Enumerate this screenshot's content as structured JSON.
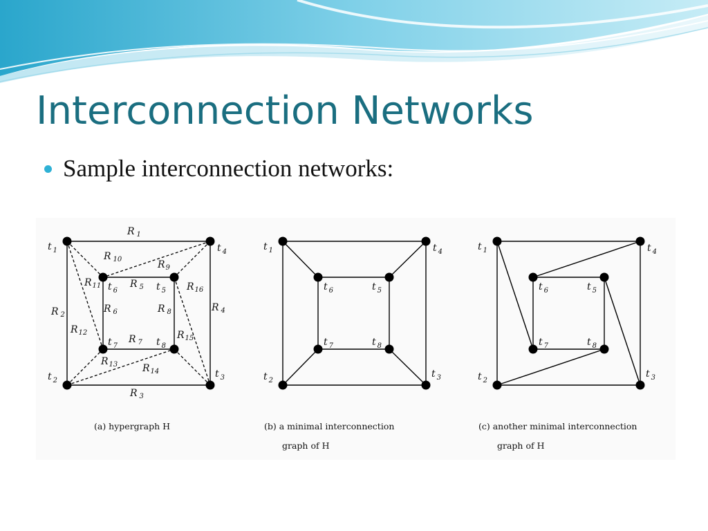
{
  "title": "Interconnection Networks",
  "bullet": "Sample interconnection networks:",
  "colors": {
    "title": "#1a6e80",
    "bullet": "#2fb1d5",
    "banner_light": "#bfe6f2",
    "banner_mid": "#5fc3e0"
  },
  "diagrams": {
    "a": {
      "caption": "(a) hypergraph H",
      "terminals": [
        {
          "letter": "t",
          "sub": "1"
        },
        {
          "letter": "t",
          "sub": "4"
        },
        {
          "letter": "t",
          "sub": "2"
        },
        {
          "letter": "t",
          "sub": "3"
        },
        {
          "letter": "t",
          "sub": "6"
        },
        {
          "letter": "t",
          "sub": "5"
        },
        {
          "letter": "t",
          "sub": "7"
        },
        {
          "letter": "t",
          "sub": "8"
        }
      ],
      "regions": [
        {
          "letter": "R",
          "sub": "1"
        },
        {
          "letter": "R",
          "sub": "10"
        },
        {
          "letter": "R",
          "sub": "9"
        },
        {
          "letter": "R",
          "sub": "11"
        },
        {
          "letter": "R",
          "sub": "5"
        },
        {
          "letter": "R",
          "sub": "16"
        },
        {
          "letter": "R",
          "sub": "2"
        },
        {
          "letter": "R",
          "sub": "6"
        },
        {
          "letter": "R",
          "sub": "8"
        },
        {
          "letter": "R",
          "sub": "4"
        },
        {
          "letter": "R",
          "sub": "12"
        },
        {
          "letter": "R",
          "sub": "7"
        },
        {
          "letter": "R",
          "sub": "15"
        },
        {
          "letter": "R",
          "sub": "13"
        },
        {
          "letter": "R",
          "sub": "14"
        },
        {
          "letter": "R",
          "sub": "3"
        }
      ]
    },
    "b": {
      "caption_line1": "(b) a minimal interconnection",
      "caption_line2": "graph of H",
      "terminals": [
        {
          "letter": "t",
          "sub": "1"
        },
        {
          "letter": "t",
          "sub": "4"
        },
        {
          "letter": "t",
          "sub": "2"
        },
        {
          "letter": "t",
          "sub": "3"
        },
        {
          "letter": "t",
          "sub": "6"
        },
        {
          "letter": "t",
          "sub": "5"
        },
        {
          "letter": "t",
          "sub": "7"
        },
        {
          "letter": "t",
          "sub": "8"
        }
      ]
    },
    "c": {
      "caption_line1": "(c) another minimal interconnection",
      "caption_line2": "graph of H",
      "terminals": [
        {
          "letter": "t",
          "sub": "1"
        },
        {
          "letter": "t",
          "sub": "4"
        },
        {
          "letter": "t",
          "sub": "2"
        },
        {
          "letter": "t",
          "sub": "3"
        },
        {
          "letter": "t",
          "sub": "6"
        },
        {
          "letter": "t",
          "sub": "5"
        },
        {
          "letter": "t",
          "sub": "7"
        },
        {
          "letter": "t",
          "sub": "8"
        }
      ]
    }
  }
}
